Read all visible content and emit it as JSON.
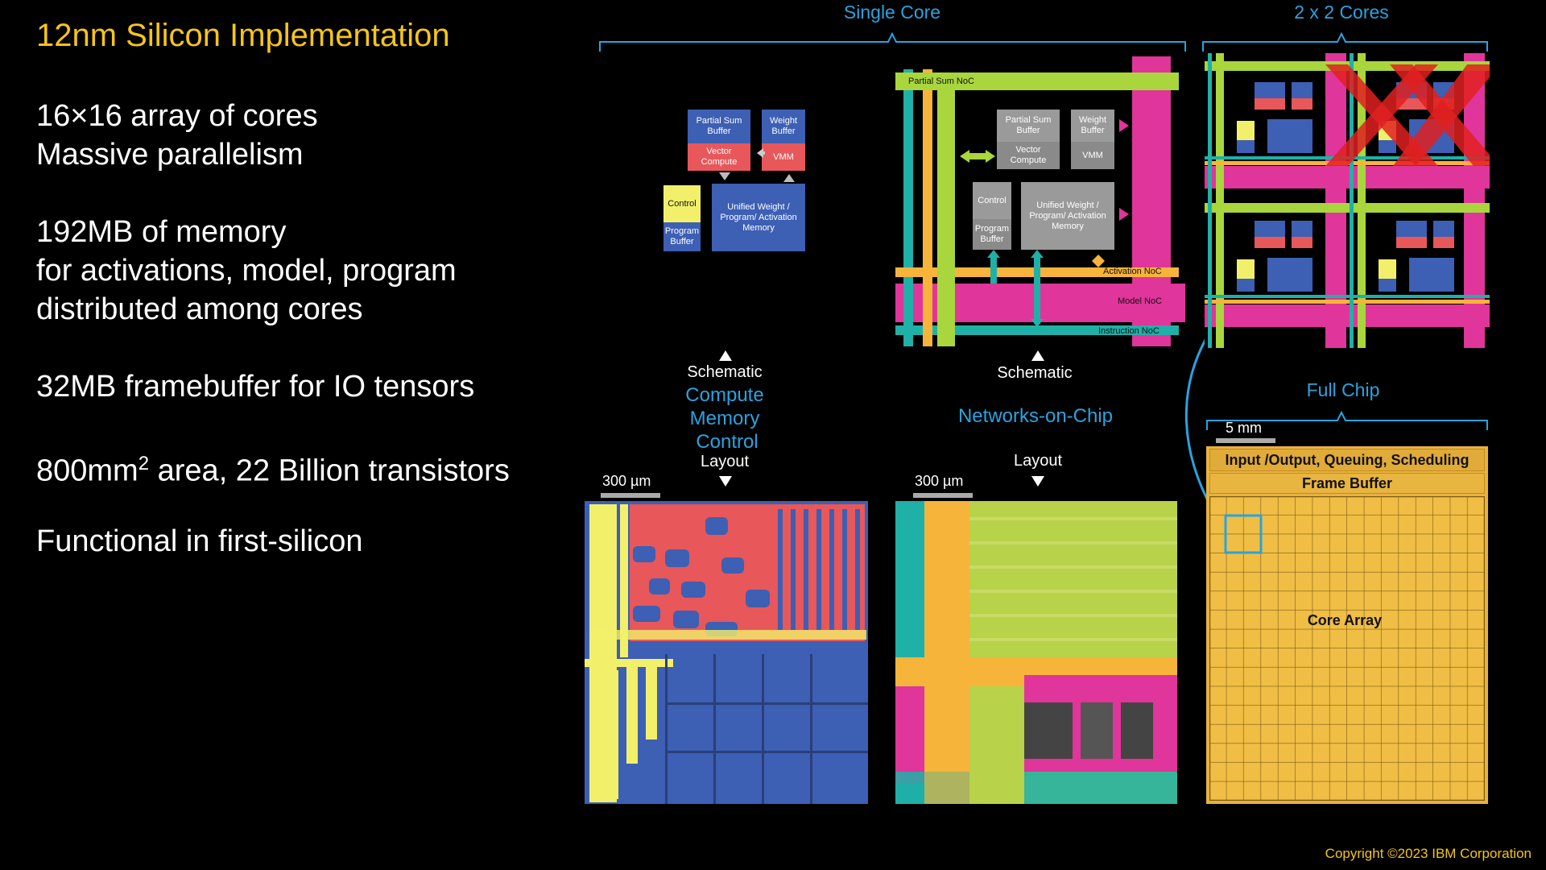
{
  "slide": {
    "title": "12nm Silicon Implementation",
    "bullets": [
      {
        "line1": "16×16 array of cores",
        "line2": "Massive parallelism"
      },
      {
        "line1": "192MB of memory",
        "line2": "for activations, model, program",
        "line3": "distributed among cores"
      },
      {
        "line1": "32MB framebuffer for IO tensors"
      },
      {
        "pre": "800mm",
        "sup": "2",
        "post": " area, 22 Billion transistors"
      },
      {
        "line1": "Functional in first-silicon"
      }
    ],
    "copyright": "Copyright ©2023 IBM Corporation"
  },
  "headers": {
    "single_core": "Single Core",
    "cores_2x2": "2 x 2 Cores",
    "full_chip": "Full Chip"
  },
  "schematic_blocks": {
    "partial_sum": "Partial Sum Buffer",
    "weight_buffer": "Weight Buffer",
    "vector_compute": "Vector Compute",
    "vmm": "VMM",
    "control": "Control",
    "program_buffer": "Program Buffer",
    "unified_memory": "Unified Weight / Program/ Activation Memory"
  },
  "noc": {
    "partial_sum_noc": "Partial Sum NoC",
    "activation_noc": "Activation NoC",
    "model_noc": "Model NoC",
    "instruction_noc": "Instruction NoC"
  },
  "captions": {
    "left_schematic": "Schematic",
    "left_compute": "Compute",
    "left_memory": "Memory",
    "left_control": "Control",
    "left_layout": "Layout",
    "mid_schematic": "Schematic",
    "mid_networks": "Networks-on-Chip",
    "mid_layout": "Layout"
  },
  "scales": {
    "left": "300 µm",
    "mid": "300 µm",
    "chip": "5 mm"
  },
  "chip": {
    "io": "Input /Output, Queuing, Scheduling",
    "frame_buffer": "Frame Buffer",
    "core_array": "Core Array"
  },
  "colors": {
    "title": "#f5c518",
    "accent_blue": "#29a3e0",
    "compute_blue": "#3d5fb4",
    "memory_red": "#e8575a",
    "control_yellow": "#f2f06a",
    "noc_green": "#a8d63c",
    "noc_magenta": "#e0359a",
    "noc_teal": "#1fb0a8",
    "noc_orange": "#f7b43a",
    "chip_gold": "#e8b23d"
  }
}
